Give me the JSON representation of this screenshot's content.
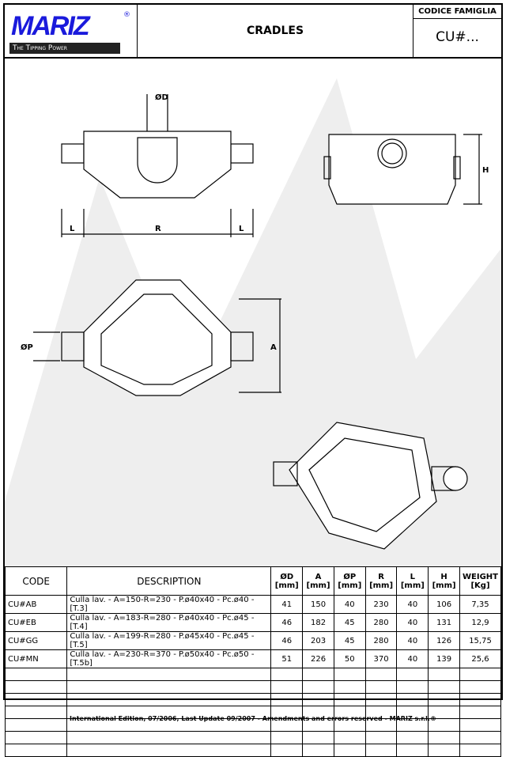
{
  "header": {
    "logo_text": "MARIZ",
    "logo_tagline": "The Tipping Power",
    "title": "CRADLES",
    "family_label": "CODICE FAMIGLIA",
    "family_code": "CU#..."
  },
  "drawing_labels": {
    "d": "ØD",
    "l": "L",
    "r": "R",
    "h": "H",
    "p": "ØP",
    "a": "A"
  },
  "table": {
    "headers": [
      "CODE",
      "DESCRIPTION",
      "ØD [mm]",
      "A [mm]",
      "ØP [mm]",
      "R [mm]",
      "L [mm]",
      "H [mm]",
      "WEIGHT [Kg]"
    ],
    "rows": [
      [
        "CU#AB",
        "Culla lav. - A=150-R=230 - P.ø40x40 - Pc.ø40 - [T.3]",
        "41",
        "150",
        "40",
        "230",
        "40",
        "106",
        "7,35"
      ],
      [
        "CU#EB",
        "Culla lav. - A=183-R=280 - P.ø40x40 - Pc.ø45 - [T.4]",
        "46",
        "182",
        "45",
        "280",
        "40",
        "131",
        "12,9"
      ],
      [
        "CU#GG",
        "Culla lav. - A=199-R=280 - P.ø45x40 - Pc.ø45 - [T.5]",
        "46",
        "203",
        "45",
        "280",
        "40",
        "126",
        "15,75"
      ],
      [
        "CU#MN",
        "Culla lav. - A=230-R=370 - P.ø50x40 - Pc.ø50 - [T.5b]",
        "51",
        "226",
        "50",
        "370",
        "40",
        "139",
        "25,6"
      ]
    ]
  },
  "footer": "International Edition, 07/2006, Last Update 09/2007 - Amendments and errors reserved - MARIZ s.r.l.®"
}
